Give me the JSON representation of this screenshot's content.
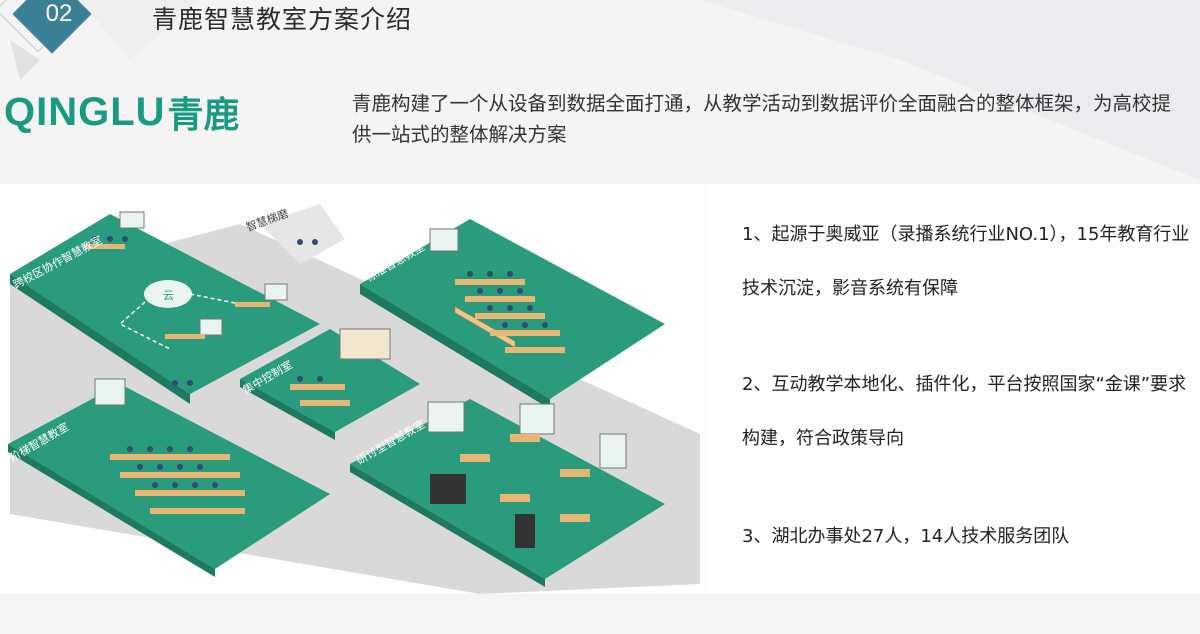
{
  "header": {
    "slide_number": "02",
    "title": "青鹿智慧教室方案介绍"
  },
  "logo": {
    "latin": "QINGLU",
    "cjk": "青鹿"
  },
  "intro": "青鹿构建了一个从设备到数据全面打通，从教学活动到数据评价全面融合的整体框架，为高校提供一站式的整体解决方案",
  "illustration": {
    "zones": [
      {
        "label": "跨校区协作智慧教室"
      },
      {
        "label": "智慧梯磨"
      },
      {
        "label": "标准智慧教室"
      },
      {
        "label": "集中控制室"
      },
      {
        "label": "阶梯智慧教室"
      },
      {
        "label": "研讨型智慧教室"
      }
    ],
    "cloud_label": "云"
  },
  "features": [
    {
      "text": "1、起源于奥威亚（录播系统行业NO.1），15年教育行业技术沉淀，影音系统有保障"
    },
    {
      "text": "2、互动教学本地化、插件化，平台按照国家“金课”要求构建，符合政策导向"
    },
    {
      "text": "3、湖北办事处27人，14人技术服务团队"
    }
  ],
  "colors": {
    "badge": "#3b7f95",
    "brand": "#1a9a80",
    "floor": "#2b9b7d"
  }
}
